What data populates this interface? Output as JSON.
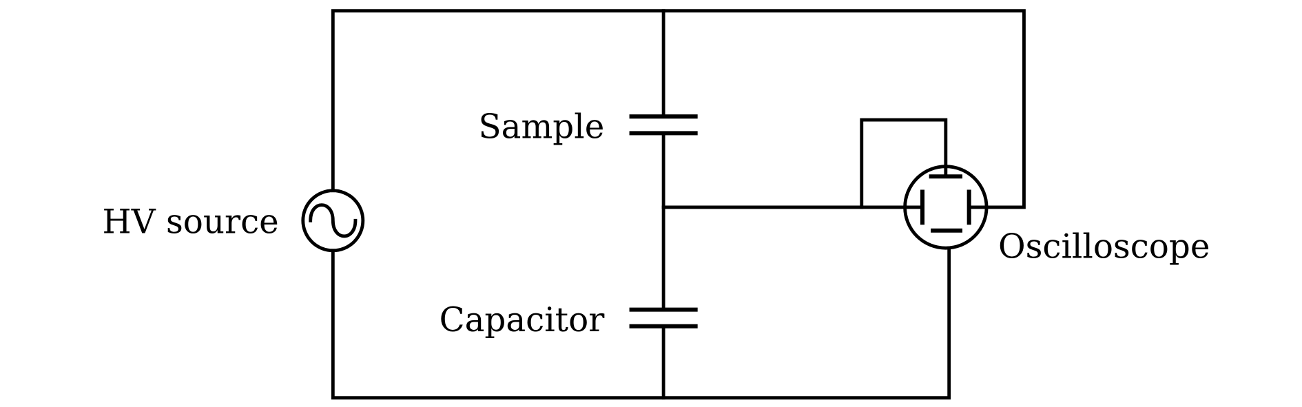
{
  "diagram": {
    "type": "circuit schematic",
    "labels": {
      "hv_source": "HV source",
      "sample": "Sample",
      "capacitor": "Capacitor",
      "oscilloscope": "Oscilloscope"
    },
    "line_color": "#000000",
    "background": "#ffffff"
  }
}
